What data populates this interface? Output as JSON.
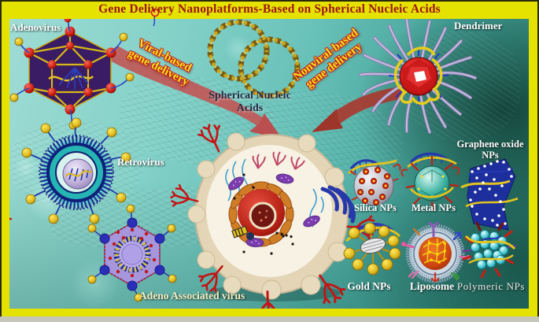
{
  "title": "Gene Delivery Nanoplatforms-Based on Spherical Nucleic Acids",
  "pathways": {
    "viral_line1": "Viral-based",
    "viral_line2": "gene delivery",
    "nonviral_line1": "Nonviral-based",
    "nonviral_line2": "gene delivery"
  },
  "labels": {
    "adenovirus": "Adenovirus",
    "retrovirus": "Retrovirus",
    "aav": "Adeno Associated virus",
    "dendrimer": "Dendrimer",
    "sna_line1": "Spherical Nucleic",
    "sna_line2": "Acids",
    "graphene_line1": "Graphene oxide",
    "graphene_line2": "NPs",
    "silica": "Silica NPs",
    "metal": "Metal NPs",
    "gold": "Gold NPs",
    "liposome": "Liposome",
    "polymeric": "Polymeric NPs"
  },
  "palette": {
    "frame_yellow": "#e6e200",
    "frame_dark": "#2a2a08",
    "bottom_strip_gray": "#c6c6ba",
    "title_red": "#9b1510",
    "background_teal_light": "#9edcd4",
    "background_teal_dark": "#1d5148",
    "pathway_text_yellow": "#f2e41c",
    "pathway_outline_red": "#c42020",
    "arrow_left_red": "#c05858",
    "arrow_right_red": "#a83a30",
    "label_white": "#ffffff",
    "aav_label_cream": "#f5efc0",
    "sna_label_navy": "#232c47",
    "dna_gold": "#caa41e",
    "adenovirus_capsid_purple": "#3a1c64",
    "aav_capsid_lavender": "#a696dc",
    "dendrimer_arm_lavender": "#b0a4d4",
    "dendrimer_gem_red": "#c51818",
    "silica_gray": "#9898a4",
    "metal_teal": "#17897c",
    "graphene_blue": "#1d2f9c",
    "gold_np_gold": "#d4a017",
    "liposome_core_orange": "#c8400e",
    "polymeric_cyan": "#2ab8c8",
    "cell_cream": "#e3d5b6",
    "nucleus_red": "#b02018",
    "receptor_red": "#c41414"
  }
}
